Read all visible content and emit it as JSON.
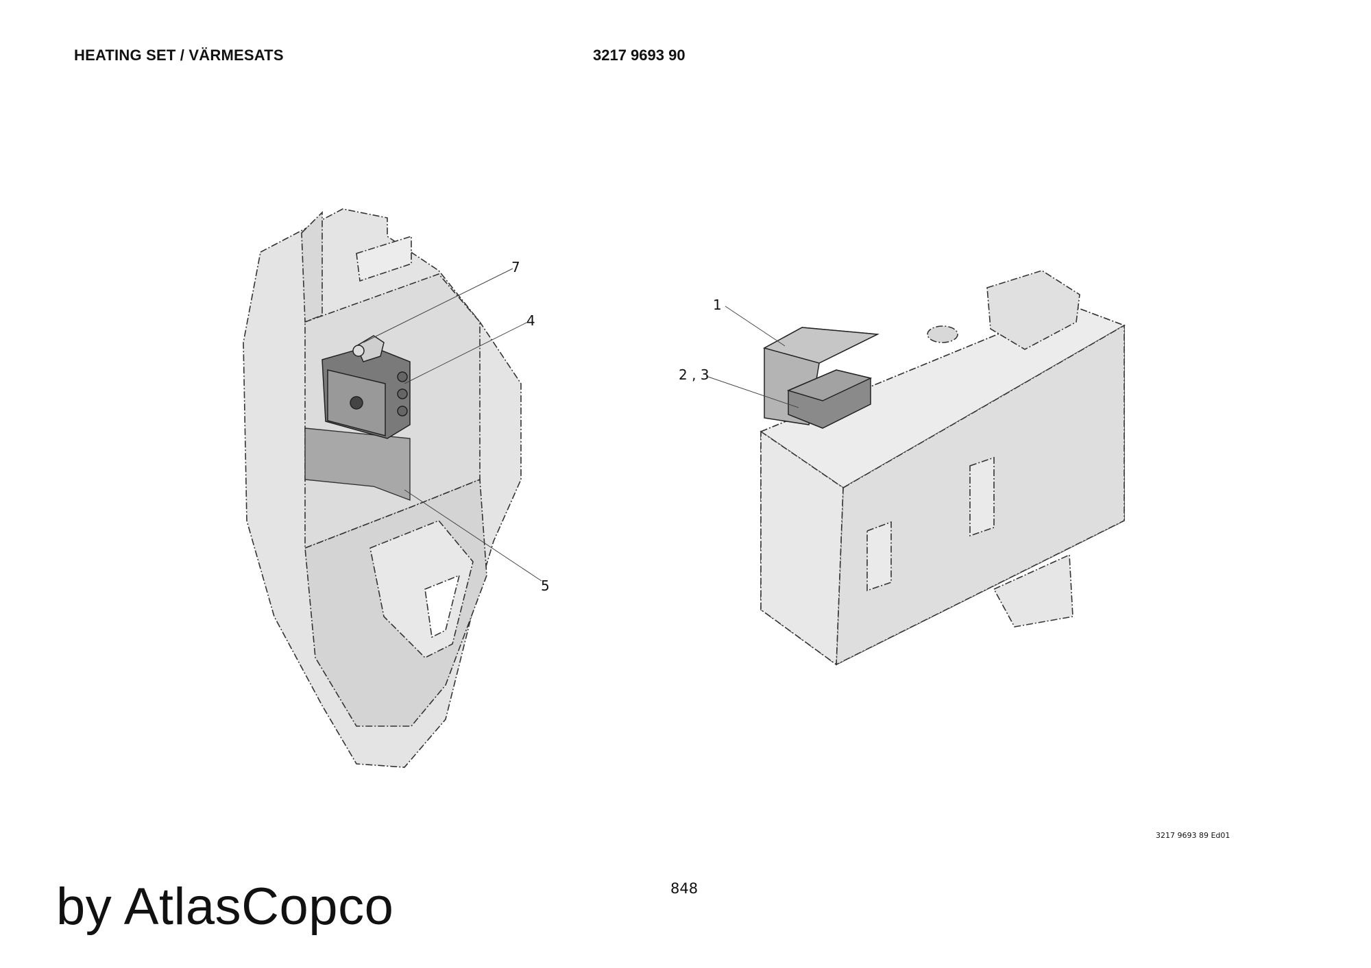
{
  "header": {
    "title": "HEATING SET / VÄRMESATS",
    "part_number": "3217 9693 90"
  },
  "callouts": {
    "c7": "7",
    "c4": "4",
    "c5": "5",
    "c1": "1",
    "c23": "2 , 3"
  },
  "footer": {
    "doc_ref": "3217 9693 89 Ed01",
    "page_number": "848",
    "brand": "by AtlasCopco"
  },
  "colors": {
    "line": "#333333",
    "panel_fill": "#e2e2e2",
    "part_fill": "#8e8e8e"
  }
}
